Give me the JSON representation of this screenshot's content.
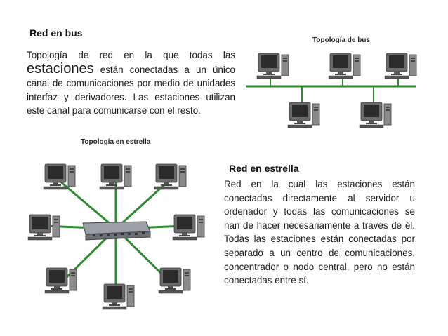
{
  "bus": {
    "heading": "Red en bus",
    "paragraph_big_word": "estaciones",
    "paragraph_line1": "Topología de red en la que todas las",
    "paragraph_rest": " están conectadas a un único canal de comunicaciones por medio de unidades interfaz y derivadores. Las estaciones utilizan este canal para comunicarse con el resto.",
    "diagram_caption": "Topología de bus"
  },
  "star": {
    "heading": "Red en estrella",
    "paragraph": "Red en la cual las estaciones están conectadas directamente al servidor u ordenador y todas las comunicaciones se han de hacer necesariamente a través de él. Todas las estaciones están conectadas por separado a un centro de comunicaciones, concentrador o nodo central, pero no están conectadas entre sí.",
    "diagram_caption": "Topología en estrella"
  },
  "colors": {
    "link_green": "#2e8b2e",
    "monitor": "#5c5c5c",
    "screen": "#2b2b2b"
  }
}
